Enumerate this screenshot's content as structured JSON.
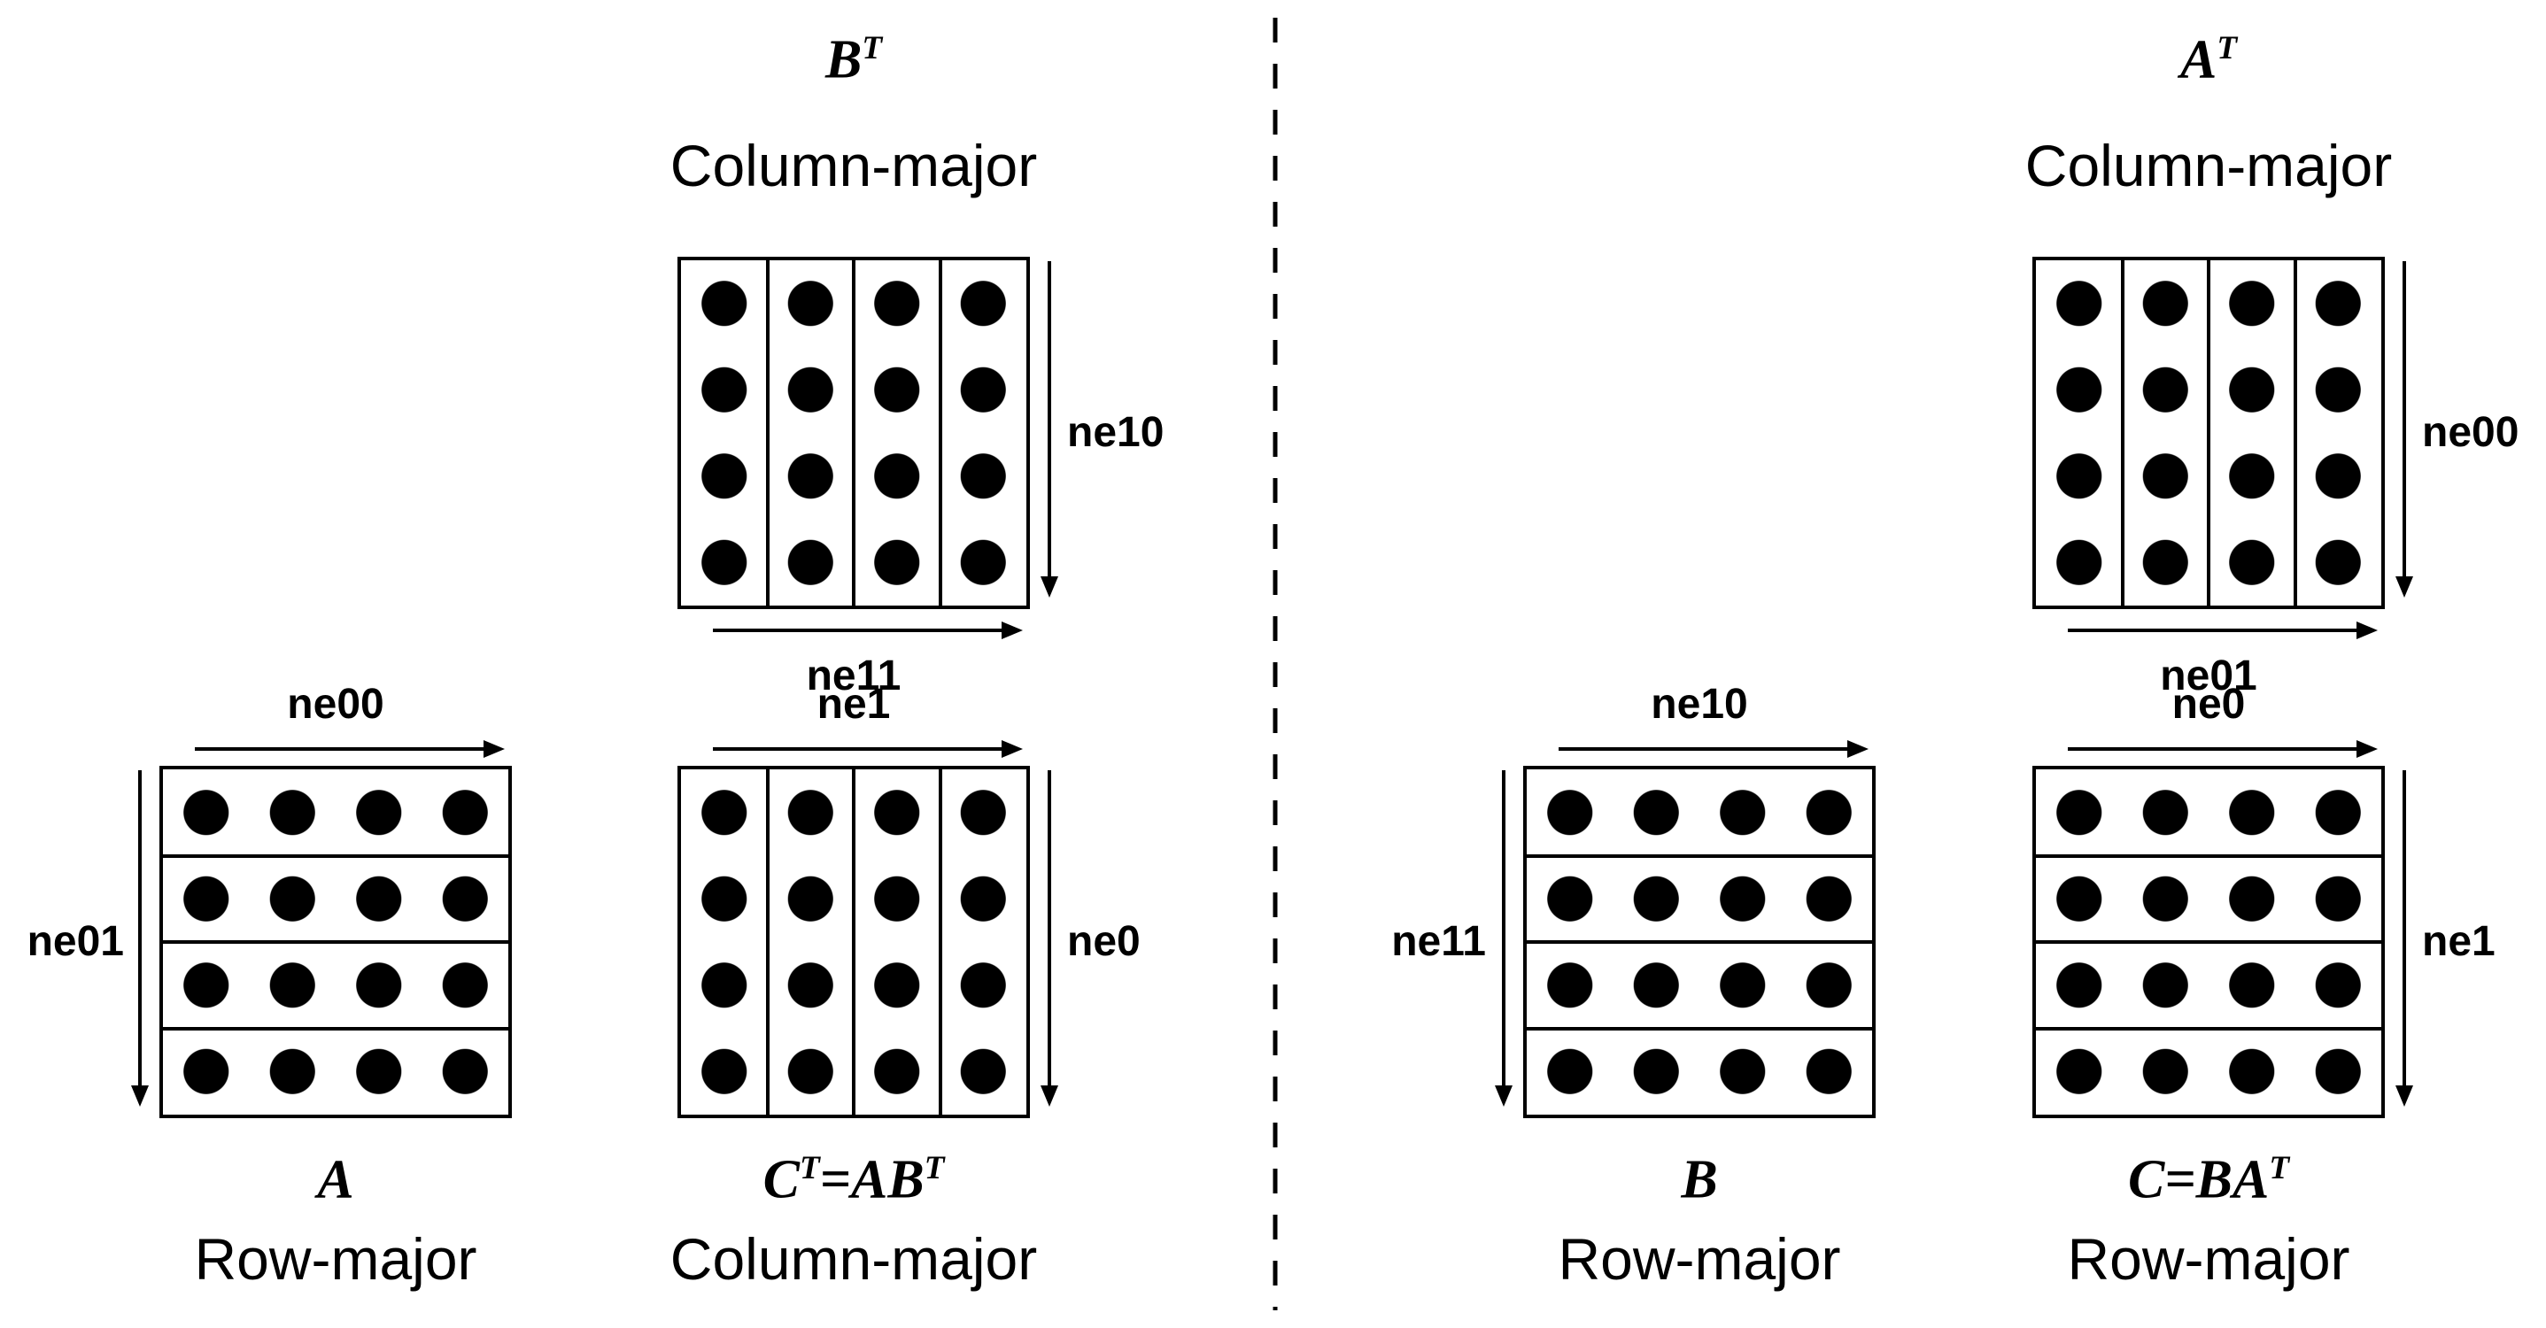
{
  "colors": {
    "foreground": "#000000",
    "background": "#ffffff",
    "dot": "#000000"
  },
  "grid": {
    "rows": 4,
    "cols": 4
  },
  "panels": {
    "left": {
      "top_matrix": {
        "name": {
          "p1": "B",
          "s1": "T",
          "p2": "",
          "s2": ""
        },
        "layout_label": "Column-major",
        "v_arrow_label": "ne10",
        "h_arrow_label": "ne11"
      },
      "bottom_left_matrix": {
        "name": {
          "p1": "A",
          "s1": "",
          "p2": "",
          "s2": ""
        },
        "layout_label": "Row-major",
        "h_arrow_label": "ne00",
        "v_arrow_label": "ne01"
      },
      "bottom_right_matrix": {
        "name": {
          "p1": "C",
          "s1": "T",
          "p2": "=AB",
          "s2": "T"
        },
        "layout_label": "Column-major",
        "h_arrow_label": "ne1",
        "v_arrow_label": "ne0"
      }
    },
    "right": {
      "top_matrix": {
        "name": {
          "p1": "A",
          "s1": "T",
          "p2": "",
          "s2": ""
        },
        "layout_label": "Column-major",
        "v_arrow_label": "ne00",
        "h_arrow_label": "ne01"
      },
      "bottom_left_matrix": {
        "name": {
          "p1": "B",
          "s1": "",
          "p2": "",
          "s2": ""
        },
        "layout_label": "Row-major",
        "h_arrow_label": "ne10",
        "v_arrow_label": "ne11"
      },
      "bottom_right_matrix": {
        "name": {
          "p1": "C=BA",
          "s1": "T",
          "p2": "",
          "s2": ""
        },
        "layout_label": "Row-major",
        "h_arrow_label": "ne0",
        "v_arrow_label": "ne1"
      }
    }
  }
}
